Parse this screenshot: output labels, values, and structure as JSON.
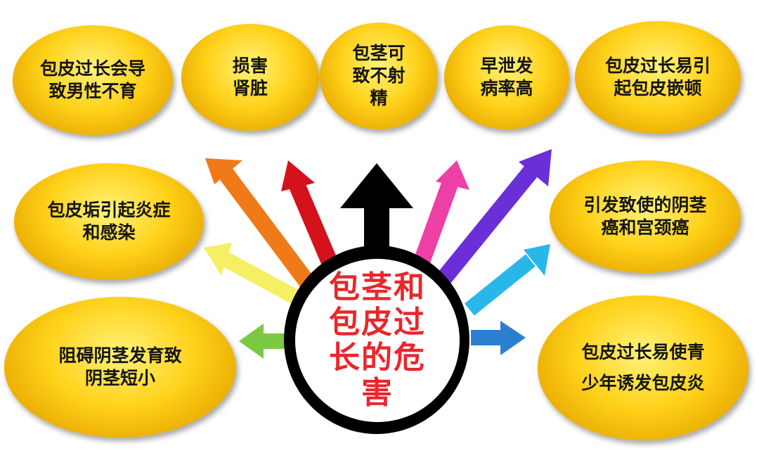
{
  "center": {
    "title": "包茎和包皮过长的危害",
    "color": "#e8272c"
  },
  "bubbles": [
    {
      "text": "包皮过长会导致男性不育"
    },
    {
      "text": "损害肾脏"
    },
    {
      "text": "包茎可致不射精"
    },
    {
      "text": "早泄发病率高"
    },
    {
      "text": "包皮过长易引起包皮嵌顿"
    },
    {
      "text": "包皮垢引起炎症和感染"
    },
    {
      "text": "引发致使的阴茎癌和宫颈癌"
    },
    {
      "text": "阻碍阴茎发育致阴茎短小"
    },
    {
      "text": "包皮过长易使青少年诱发包皮炎"
    }
  ],
  "arrow_colors": [
    "#f07a17",
    "#d4121b",
    "#000000",
    "#ee3fa6",
    "#6b2fd8",
    "#f5ef63",
    "#29b7ea",
    "#7bc943",
    "#2c7fd0"
  ],
  "bubble_color": "#ffd21a"
}
